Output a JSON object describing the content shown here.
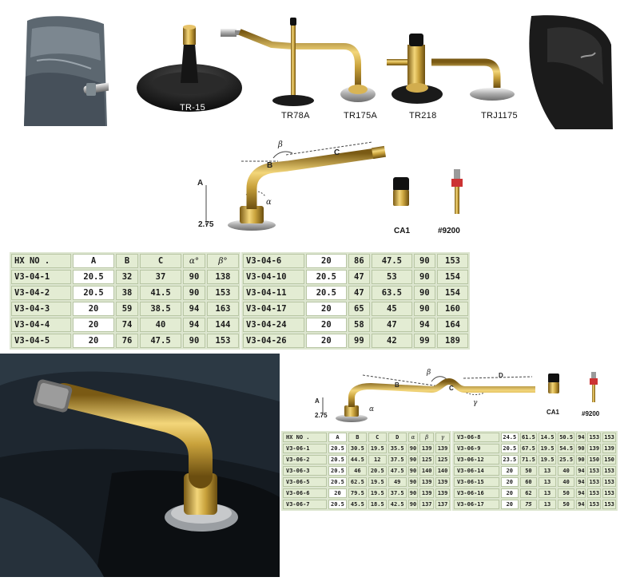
{
  "top_products": [
    {
      "id": "tube-left",
      "label": ""
    },
    {
      "id": "tr15",
      "label": "TR-15"
    },
    {
      "id": "tr78a",
      "label": "TR78A"
    },
    {
      "id": "tr175a",
      "label": "TR175A"
    },
    {
      "id": "tr218",
      "label": "TR218"
    },
    {
      "id": "trj1175",
      "label": "TRJ1175"
    },
    {
      "id": "tube-right",
      "label": ""
    }
  ],
  "diagram1": {
    "dims": {
      "a": "A",
      "b": "B",
      "c": "C",
      "alpha": "α",
      "beta": "β",
      "base": "2.75"
    },
    "cap_label": "CA1",
    "core_label": "#9200"
  },
  "table1": {
    "headers": [
      "HX NO .",
      "A",
      "B",
      "C",
      "α°",
      "β°"
    ],
    "rows": [
      [
        "V3-04-1",
        "20.5",
        "32",
        "37",
        "90",
        "138"
      ],
      [
        "V3-04-2",
        "20.5",
        "38",
        "41.5",
        "90",
        "153"
      ],
      [
        "V3-04-3",
        "20",
        "59",
        "38.5",
        "94",
        "163"
      ],
      [
        "V3-04-4",
        "20",
        "74",
        "40",
        "94",
        "144"
      ],
      [
        "V3-04-5",
        "20",
        "76",
        "47.5",
        "90",
        "153"
      ]
    ]
  },
  "table2": {
    "rows": [
      [
        "V3-04-6",
        "20",
        "86",
        "47.5",
        "90",
        "153"
      ],
      [
        "V3-04-10",
        "20.5",
        "47",
        "53",
        "90",
        "154"
      ],
      [
        "V3-04-11",
        "20.5",
        "47",
        "63.5",
        "90",
        "154"
      ],
      [
        "V3-04-17",
        "20",
        "65",
        "45",
        "90",
        "160"
      ],
      [
        "V3-04-24",
        "20",
        "58",
        "47",
        "94",
        "164"
      ],
      [
        "V3-04-26",
        "20",
        "99",
        "42",
        "99",
        "189"
      ]
    ]
  },
  "diagram2": {
    "dims": {
      "a": "A",
      "b": "B",
      "c": "C",
      "d": "D",
      "alpha": "α",
      "beta": "β",
      "gamma": "γ",
      "base": "2.75"
    },
    "cap_label": "CA1",
    "core_label": "#9200"
  },
  "table3": {
    "headers": [
      "HX NO .",
      "A",
      "B",
      "C",
      "D",
      "α",
      "β",
      "γ"
    ],
    "rows": [
      [
        "V3-06-1",
        "20.5",
        "30.5",
        "19.5",
        "35.5",
        "90",
        "139",
        "139"
      ],
      [
        "V3-06-2",
        "20.5",
        "44.5",
        "12",
        "37.5",
        "90",
        "125",
        "125"
      ],
      [
        "V3-06-3",
        "20.5",
        "46",
        "20.5",
        "47.5",
        "90",
        "140",
        "140"
      ],
      [
        "V3-06-5",
        "20.5",
        "62.5",
        "19.5",
        "49",
        "90",
        "139",
        "139"
      ],
      [
        "V3-06-6",
        "20",
        "79.5",
        "19.5",
        "37.5",
        "90",
        "139",
        "139"
      ],
      [
        "V3-06-7",
        "20.5",
        "45.5",
        "18.5",
        "42.5",
        "90",
        "137",
        "137"
      ]
    ]
  },
  "table4": {
    "rows": [
      [
        "V3-06-8",
        "24.5",
        "61.5",
        "14.5",
        "50.5",
        "94",
        "153",
        "153"
      ],
      [
        "V3-06-9",
        "20.5",
        "67.5",
        "19.5",
        "54.5",
        "90",
        "139",
        "139"
      ],
      [
        "V3-06-12",
        "23.5",
        "71.5",
        "19.5",
        "25.5",
        "90",
        "150",
        "150"
      ],
      [
        "V3-06-14",
        "20",
        "50",
        "13",
        "40",
        "94",
        "153",
        "153"
      ],
      [
        "V3-06-15",
        "20",
        "60",
        "13",
        "40",
        "94",
        "153",
        "153"
      ],
      [
        "V3-06-16",
        "20",
        "62",
        "13",
        "50",
        "94",
        "153",
        "153"
      ],
      [
        "V3-06-17",
        "20",
        "75",
        "13",
        "50",
        "94",
        "153",
        "153"
      ]
    ]
  },
  "colors": {
    "brass": "#c9a23c",
    "table_bg": "#e3ecd3",
    "rubber": "#1c1c1c"
  }
}
